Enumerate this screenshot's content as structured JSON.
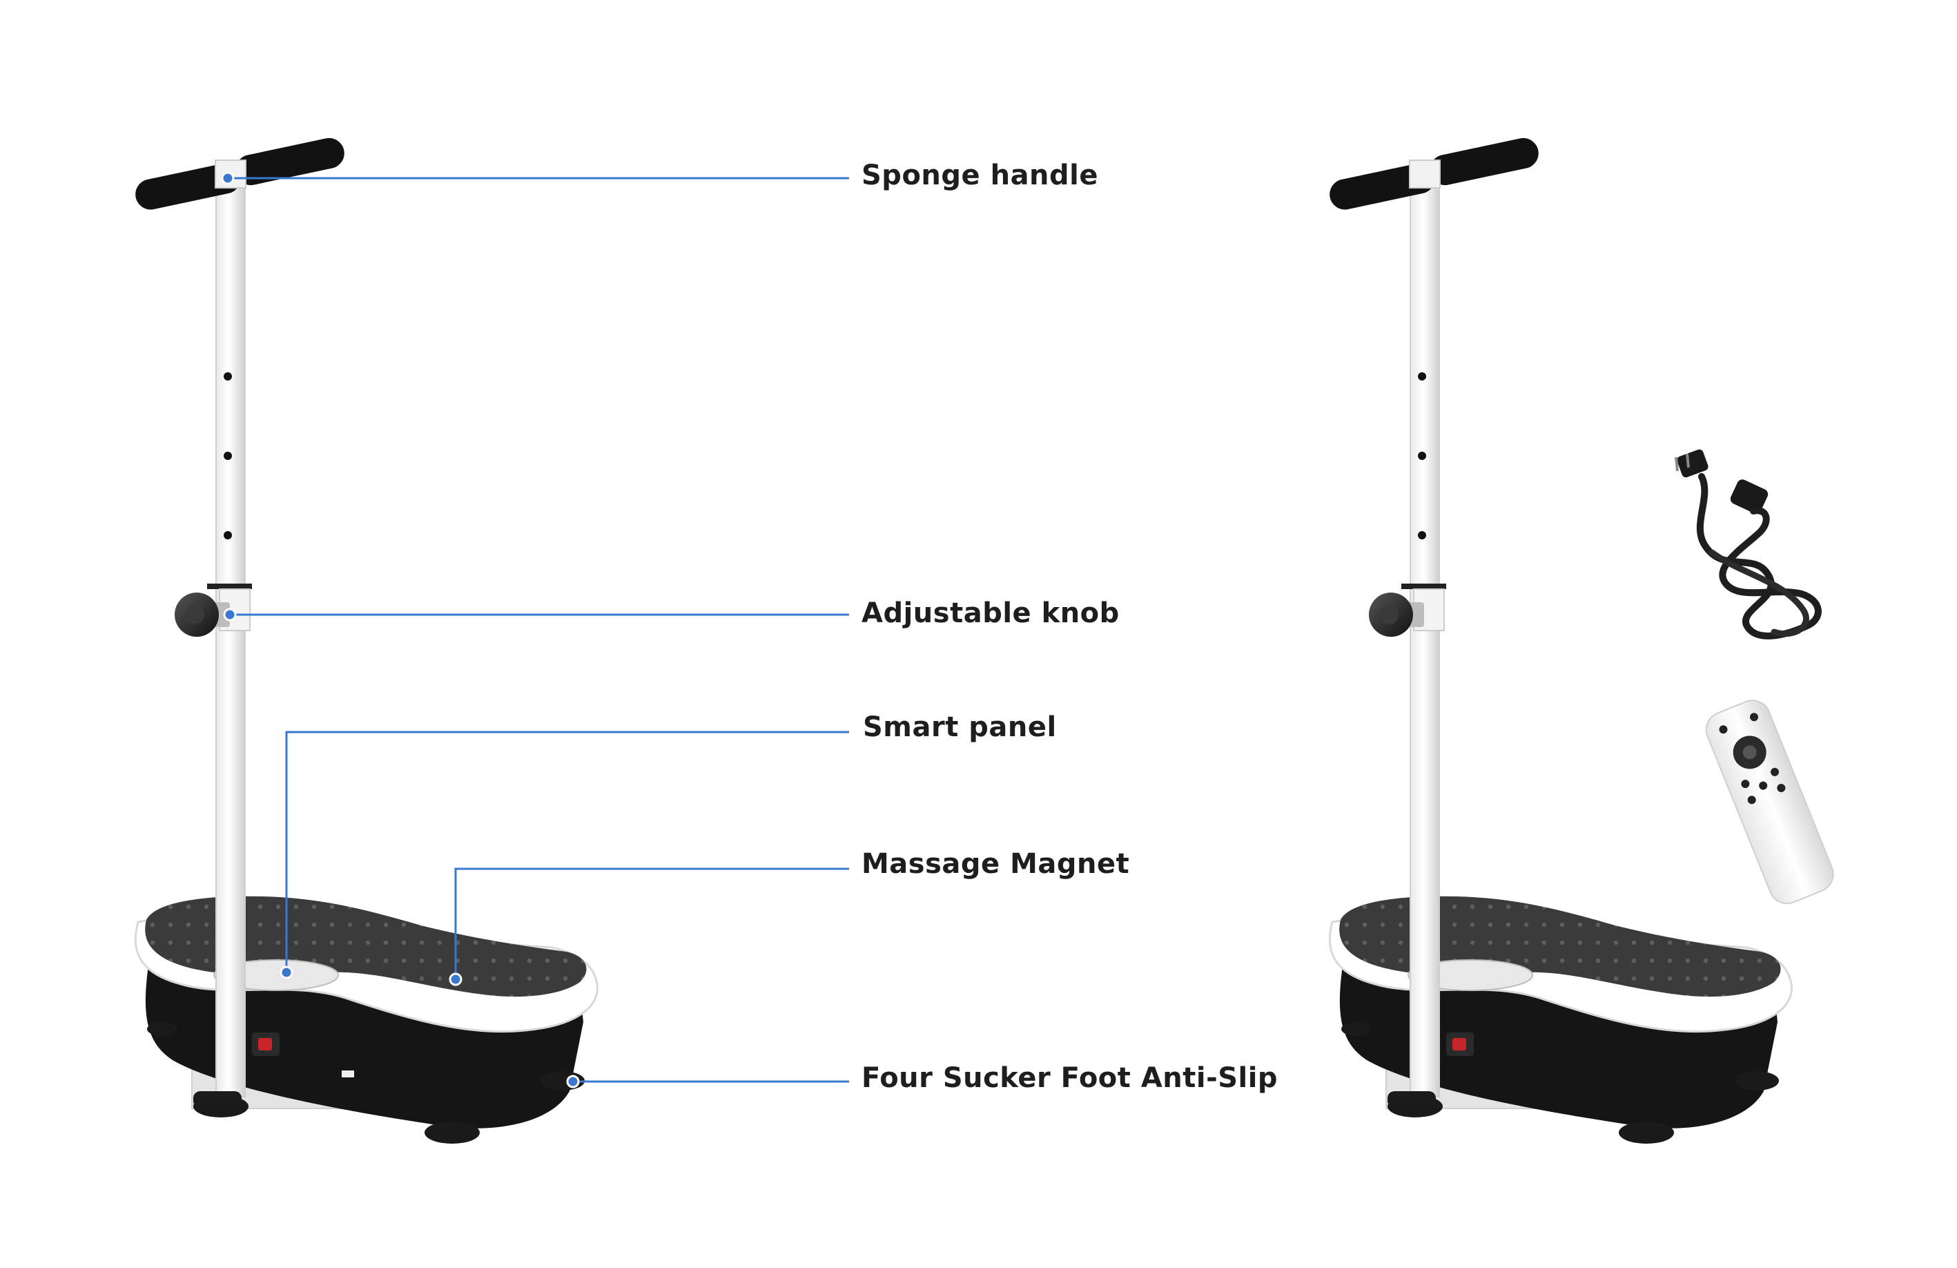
{
  "labels": {
    "sponge_handle": "Sponge handle",
    "adjustable_knob": "Adjustable knob",
    "smart_panel": "Smart panel",
    "massage_magnet": "Massage Magnet",
    "sucker_foot": "Four Sucker Foot Anti-Slip"
  },
  "colors": {
    "callout_line": "#3a78d0",
    "platform_top": "#3b3b3b",
    "platform_rim": "#ffffff",
    "base": "#151515",
    "handle": "#121212",
    "pole": "#ffffff",
    "remote": "#f1f1f1"
  },
  "icons": [
    "vibration-plate-icon",
    "power-cable-icon",
    "remote-control-icon"
  ]
}
